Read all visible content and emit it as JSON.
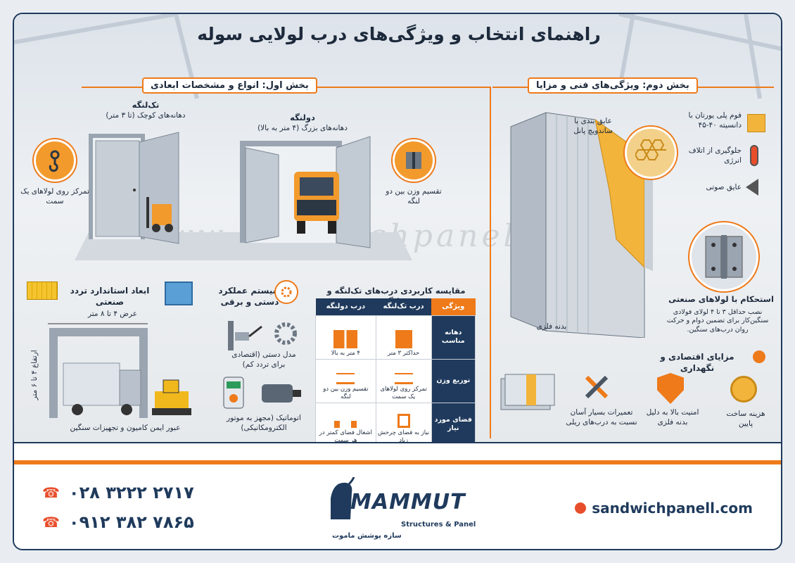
{
  "title": "راهنمای انتخاب و ویژگی‌های درب لولایی سوله",
  "watermark": "www.sandwichpanell.com",
  "section1": {
    "heading": "بخش اول: انواع و مشخصات ابعادی",
    "single": {
      "name": "تک‌لنگه",
      "desc": "دهانه‌های کوچک (تا ۳ متر)"
    },
    "double": {
      "name": "دولنگه",
      "desc": "دهانه‌های بزرگ (۴ متر به بالا)"
    },
    "left_callout": "تمرکز روی لولاهای یک سمت",
    "right_callout": "تقسیم وزن بین دو لنگه"
  },
  "dims": {
    "heading": "ابعاد استاندارد تردد صنعتی",
    "width": "عرض ۴ تا ۸ متر",
    "height": "ارتفاع ۴ تا ۶ متر",
    "caption": "عبور ایمن کامیون و تجهیزات سنگین"
  },
  "system": {
    "heading": "سیستم عملکرد دستی و برقی",
    "manual": "مدل دستی (اقتصادی برای تردد کم)",
    "auto": "اتوماتیک (مجهز به موتور الکترومکانیکی)"
  },
  "compare": {
    "heading": "مقایسه کاربردی درب‌های تک‌لنگه و دولنگه",
    "cols": [
      "ویژگی",
      "درب تک‌لنگه",
      "درب دولنگه"
    ],
    "rows": [
      {
        "key": "دهانه مناسب",
        "a": "حداکثر ۳ متر",
        "b": "۴ متر به بالا"
      },
      {
        "key": "توزیع وزن",
        "a": "تمرکز روی لولاهای یک سمت",
        "b": "تقسیم وزن بین دو لنگه"
      },
      {
        "key": "فضای مورد نیاز",
        "a": "نیاز به فضای چرخش زیاد",
        "b": "اشغال فضای کمتر در هر سمت"
      }
    ]
  },
  "section2": {
    "heading": "بخش دوم: ویژگی‌های فنی و مزایا",
    "insulation_label": "عایق بندی با ساندویچ پانل",
    "foam": "فوم پلی یورتان با دانسیته ۴۰-۴۵",
    "energy": "جلوگیری از اتلاف انرژی",
    "sound": "عایق صوتی",
    "body": "بدنه فلزی",
    "hinge_title": "استحکام با لولاهای صنعتی",
    "hinge_desc": "نصب حداقل ۳ تا ۴ لولای فولادی سنگین‌کار برای تضمین دوام و حرکت روان درب‌های سنگین."
  },
  "benefits": {
    "heading": "مزایای اقتصادی و نگهداری",
    "items": [
      "هزینه ساخت پایین",
      "امنیت بالا به دلیل بدنه فلزی",
      "تعمیرات بسیار آسان نسبت به درب‌های ریلی"
    ]
  },
  "contact": {
    "phone1": "۰۲۸ ۳۲۲۲ ۲۷۱۷",
    "phone2": "۰۹۱۲ ۳۸۲ ۷۸۶۵",
    "site": "sandwichpanell.com"
  },
  "logo": {
    "name": "MAMMUT",
    "sub": "Structures & Panel",
    "fa": "سازه پوشش ماموت"
  },
  "colors": {
    "accent": "#ee7a1a",
    "navy": "#1f3a5c"
  }
}
